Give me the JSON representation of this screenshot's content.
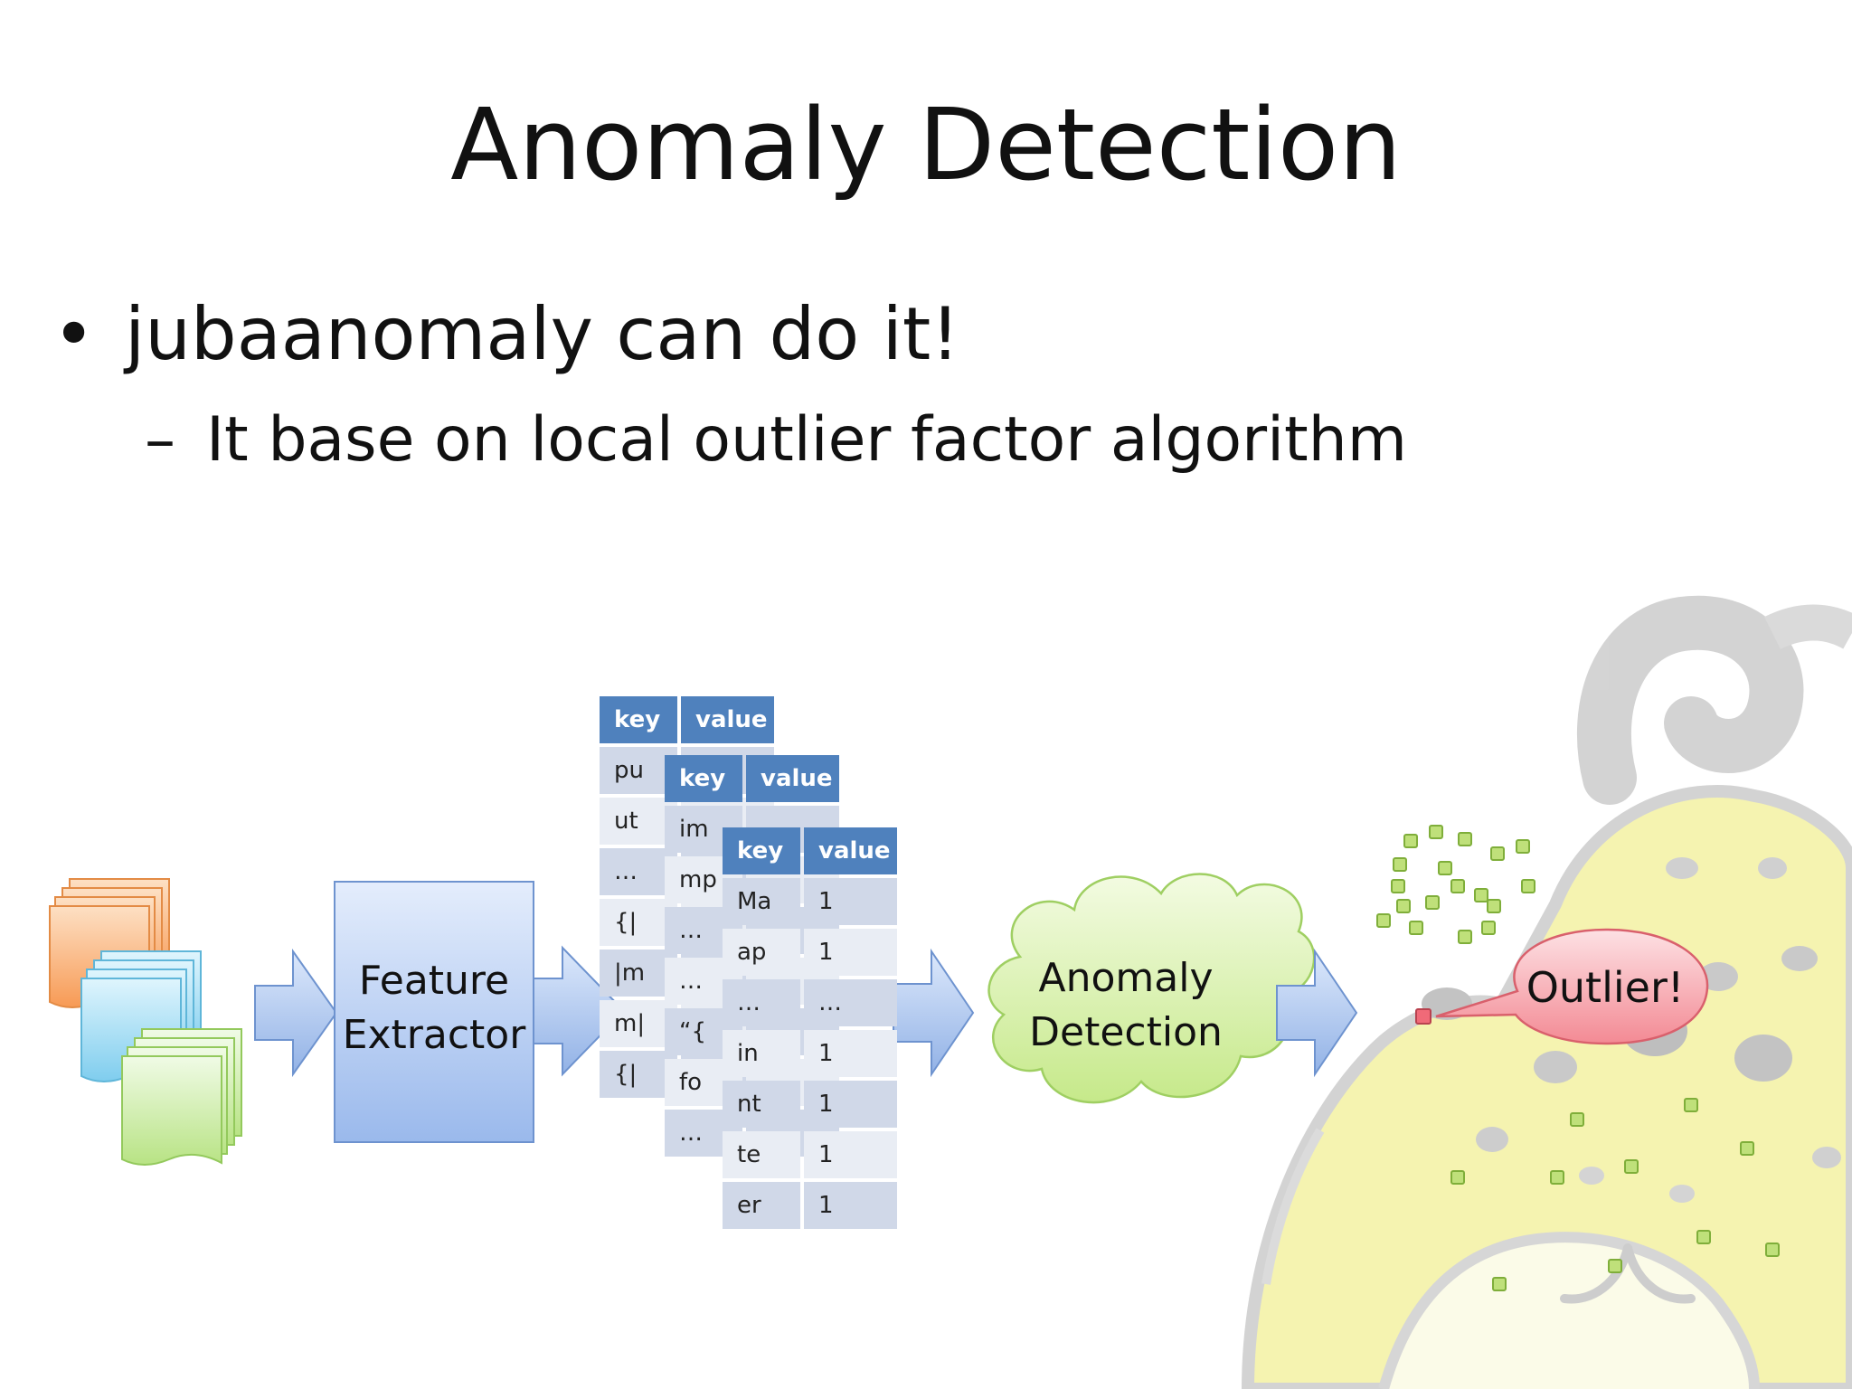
{
  "slide": {
    "title": "Anomaly Detection",
    "bullets": [
      {
        "symbol": "•",
        "text": "jubaanomaly can do it!"
      },
      {
        "symbol": "–",
        "text": "It base on local outlier factor algorithm"
      }
    ]
  },
  "diagram": {
    "feature_extractor_label": [
      "Feature",
      "Extractor"
    ],
    "anomaly_detection_label": [
      "Anomaly",
      "Detection"
    ],
    "outlier_label": "Outlier!",
    "tables": [
      {
        "header": [
          "key",
          "value"
        ],
        "rows": [
          [
            "pu",
            ""
          ],
          [
            "ut",
            ""
          ],
          [
            "…",
            ""
          ],
          [
            "{|",
            ""
          ],
          [
            "|m",
            ""
          ],
          [
            "m|",
            ""
          ],
          [
            "{|",
            ""
          ]
        ]
      },
      {
        "header": [
          "key",
          "value"
        ],
        "rows": [
          [
            "im",
            ""
          ],
          [
            "mp",
            ""
          ],
          [
            "…",
            ""
          ],
          [
            "…",
            ""
          ],
          [
            "“{",
            ""
          ],
          [
            "fo",
            ""
          ],
          [
            "…",
            ""
          ]
        ]
      },
      {
        "header": [
          "key",
          "value"
        ],
        "rows": [
          [
            "Ma",
            "1"
          ],
          [
            "ap",
            "1"
          ],
          [
            "…",
            "…"
          ],
          [
            "in",
            "1"
          ],
          [
            "nt",
            "1"
          ],
          [
            "te",
            "1"
          ],
          [
            "er",
            "1"
          ]
        ]
      }
    ],
    "colors": {
      "table_header": "#4f81bd",
      "table_row_dark": "#d0d8e8",
      "table_row_light": "#e9edf4",
      "box_fill": "#a9c4f0",
      "cloud_fill": "#d6f0a6",
      "callout_fill": "#f58e96",
      "point_fill": "#bfe07a",
      "outlier_point": "#f06a78",
      "doc_orange": "#f8a865",
      "doc_blue": "#8fd6f0",
      "doc_green": "#c4e898"
    },
    "icons": [
      "document-stack-icon",
      "arrow-right-icon",
      "cloud-icon",
      "speech-callout-icon",
      "mascot-illustration-icon"
    ]
  }
}
